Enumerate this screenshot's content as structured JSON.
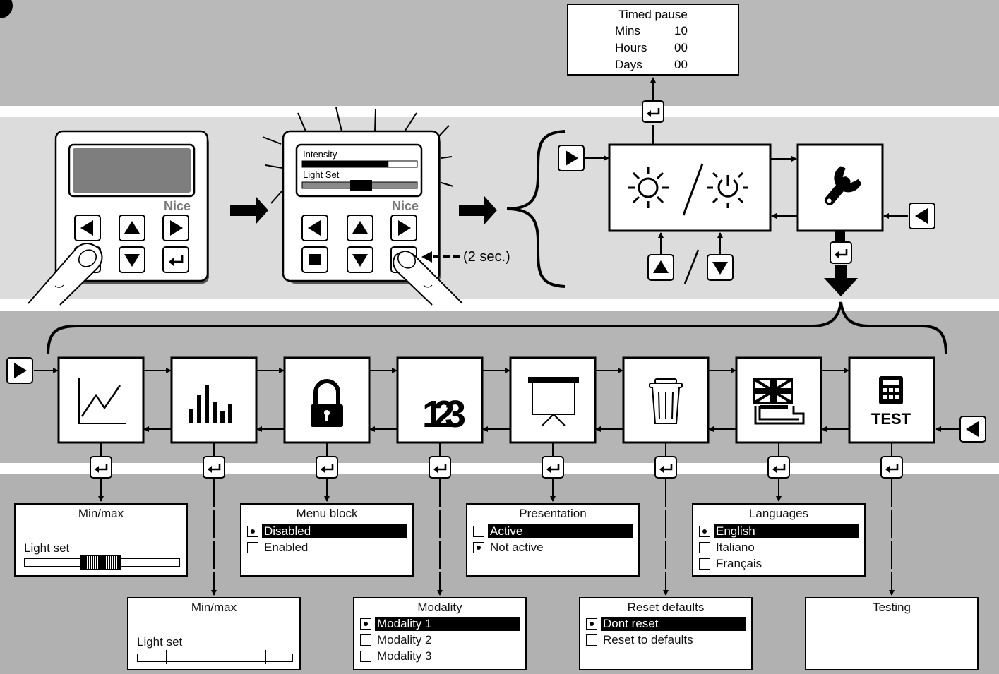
{
  "timed_pause": {
    "title": "Timed pause",
    "rows": [
      {
        "label": "Mins",
        "value": "10"
      },
      {
        "label": "Hours",
        "value": "00"
      },
      {
        "label": "Days",
        "value": "00"
      }
    ]
  },
  "device": {
    "brand": "Nice",
    "lcd": {
      "intensity_label": "Intensity",
      "intensity_level": 0.75,
      "lightset_label": "Light Set"
    },
    "hold_note": "(2 sec.)"
  },
  "menu_icons": [
    "chart-line-icon",
    "bar-chart-icon",
    "lock-icon",
    "numbers-icon",
    "presentation-icon",
    "trash-icon",
    "language-flag-icon",
    "test-calculator-icon"
  ],
  "test_label": "TEST",
  "panels": {
    "minmax_a": {
      "title": "Min/max",
      "slider_label": "Light set"
    },
    "minmax_b": {
      "title": "Min/max",
      "slider_label": "Light set"
    },
    "menu_block": {
      "title": "Menu block",
      "options": [
        {
          "label": "Disabled",
          "selected": true
        },
        {
          "label": "Enabled",
          "selected": false
        }
      ]
    },
    "modality": {
      "title": "Modality",
      "options": [
        {
          "label": "Modality 1",
          "selected": true
        },
        {
          "label": "Modality 2",
          "selected": false
        },
        {
          "label": "Modality 3",
          "selected": false
        }
      ]
    },
    "presentation": {
      "title": "Presentation",
      "options": [
        {
          "label": "Active",
          "selected": false,
          "highlight": true
        },
        {
          "label": "Not active",
          "selected": true,
          "highlight": false
        }
      ]
    },
    "reset": {
      "title": "Reset defaults",
      "options": [
        {
          "label": "Dont reset",
          "selected": true
        },
        {
          "label": "Reset to defaults",
          "selected": false
        }
      ]
    },
    "languages": {
      "title": "Languages",
      "options": [
        {
          "label": "English",
          "selected": true
        },
        {
          "label": "Italiano",
          "selected": false
        },
        {
          "label": "Français",
          "selected": false
        }
      ]
    },
    "testing": {
      "title": "Testing"
    }
  },
  "colors": {
    "band_top": "#b9b9b9",
    "band_device": "#dcdcdc",
    "band_menu": "#b5b5b5",
    "band_panels": "#b1b1b1",
    "ink": "#000000"
  }
}
